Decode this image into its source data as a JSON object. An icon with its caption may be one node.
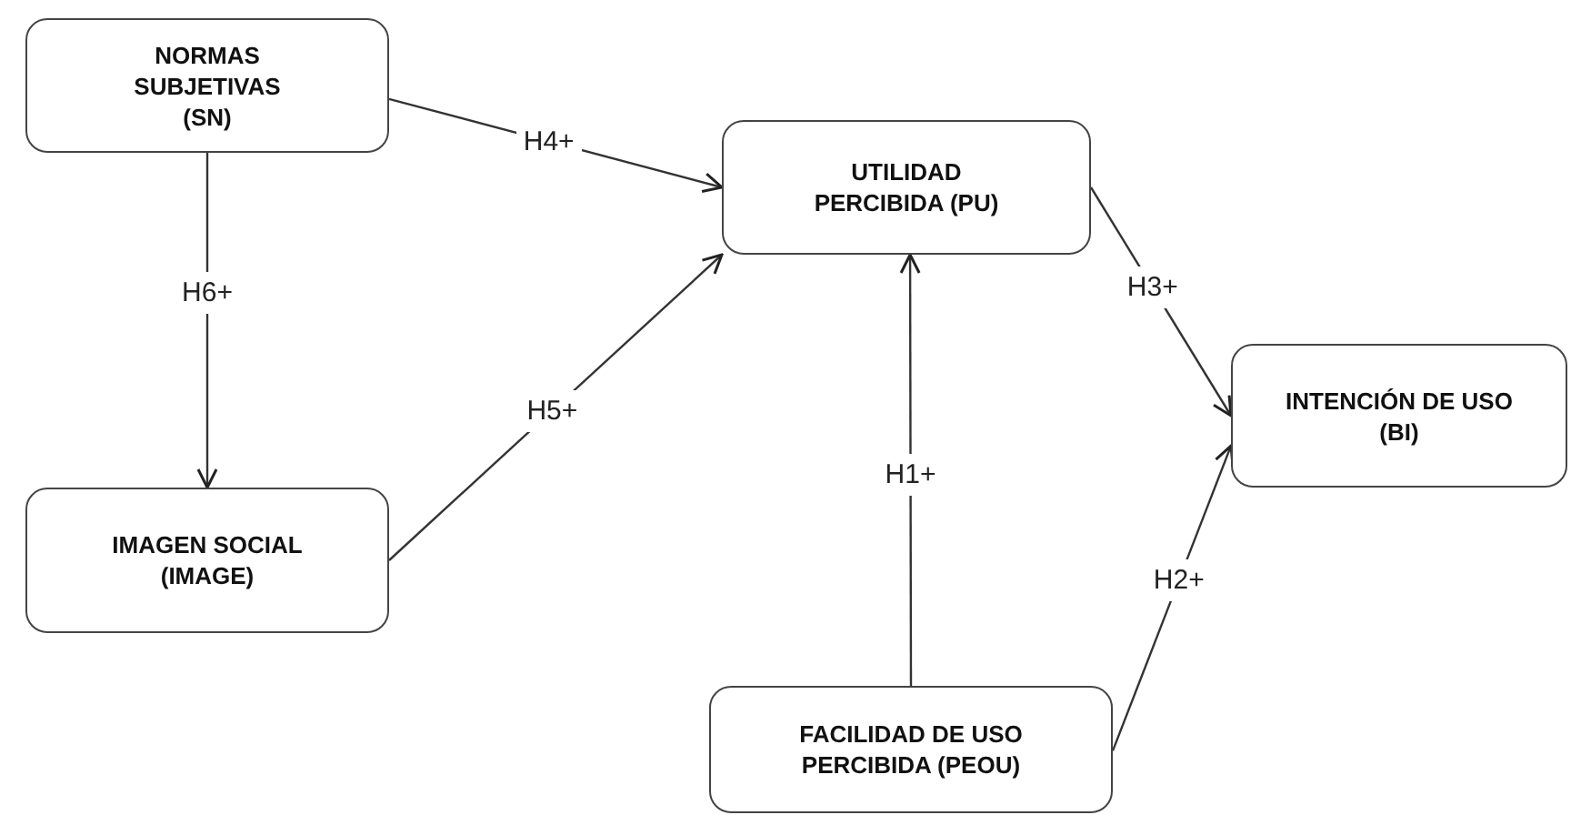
{
  "diagram": {
    "nodes": [
      {
        "text": [
          "NORMAS SUBJETIVAS (SN)"
        ]
      },
      {
        "text": [
          "UTILIDAD PERCIBIDA (PU)"
        ]
      },
      {
        "text": [
          "IMAGEN SOCIAL (IMAGE)"
        ]
      },
      {
        "text": [
          "INTENCIÓN DE USO (BI)"
        ]
      },
      {
        "text": [
          "FACILIDAD DE USO PERCIBIDA (PEOU)"
        ]
      }
    ],
    "edges": [
      {
        "from": 0,
        "to": 1,
        "arrow": "to",
        "label": "H4+"
      },
      {
        "from": 0,
        "to": 2,
        "arrow": "to",
        "label": "H6+"
      },
      {
        "from": 2,
        "to": 1,
        "arrow": "to",
        "label": "H5+"
      },
      {
        "from": 1,
        "to": 3,
        "arrow": "to",
        "label": "H3+"
      },
      {
        "from": 4,
        "to": 1,
        "arrow": "to",
        "label": "H1+"
      },
      {
        "from": 4,
        "to": 3,
        "arrow": "to",
        "label": "H2+"
      }
    ]
  }
}
